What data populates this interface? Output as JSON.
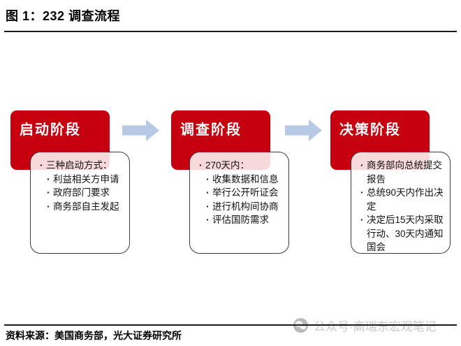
{
  "page": {
    "title": "图 1：232 调查流程"
  },
  "colors": {
    "stage_red": "#C6000E",
    "arrow_blue": "#B7C9E4",
    "watermark_gray": "#C8C8C8",
    "detail_border": "#3C3C3C"
  },
  "flow": {
    "stages": [
      {
        "label": "启动阶段",
        "items": [
          "三种启动方式：",
          "利益相关方申请",
          "政府部门要求",
          "商务部自主发起"
        ]
      },
      {
        "label": "调查阶段",
        "items": [
          "270天内：",
          "收集数据和信息",
          "举行公开听证会",
          "进行机构间协商",
          "评估国防需求"
        ]
      },
      {
        "label": "决策阶段",
        "items": [
          "商务部向总统提交报告",
          "总统90天内作出决定",
          "决定后15天内采取行动、30天内通知国会"
        ]
      }
    ],
    "arrow_icon": "right-arrow-icon"
  },
  "footer": {
    "source": "资料来源：美国商务部，光大证券研究所"
  },
  "watermark": {
    "icon": "wechat-icon",
    "text": "公众号·高瑞东宏观笔记"
  }
}
